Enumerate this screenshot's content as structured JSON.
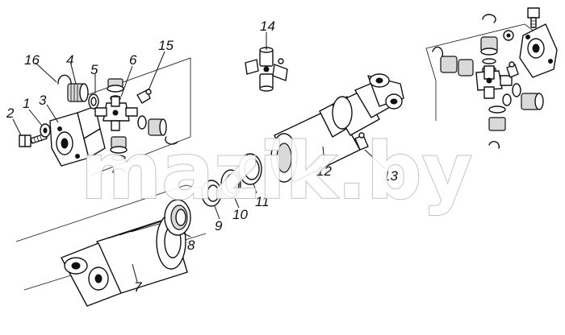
{
  "watermark": "mazik.by",
  "parts": [
    {
      "id": "1",
      "label": "1"
    },
    {
      "id": "2",
      "label": "2"
    },
    {
      "id": "3",
      "label": "3"
    },
    {
      "id": "4",
      "label": "4"
    },
    {
      "id": "5",
      "label": "5"
    },
    {
      "id": "6",
      "label": "6"
    },
    {
      "id": "7",
      "label": "7"
    },
    {
      "id": "8",
      "label": "8"
    },
    {
      "id": "9",
      "label": "9"
    },
    {
      "id": "10",
      "label": "10"
    },
    {
      "id": "11",
      "label": "11"
    },
    {
      "id": "12",
      "label": "12"
    },
    {
      "id": "13",
      "label": "13"
    },
    {
      "id": "14",
      "label": "14"
    },
    {
      "id": "15",
      "label": "15"
    },
    {
      "id": "16",
      "label": "16"
    }
  ]
}
